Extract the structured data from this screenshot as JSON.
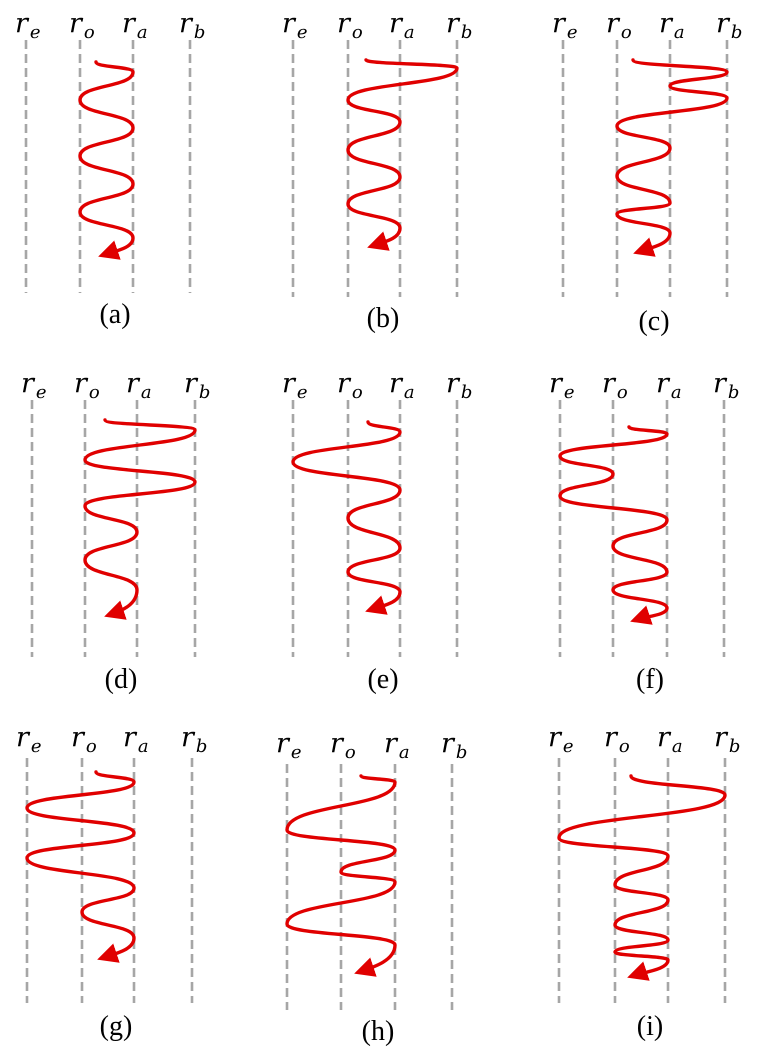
{
  "colors": {
    "wave": "#e00000",
    "guide": "#a6a6a6"
  },
  "radii": [
    {
      "key": "re",
      "symbol": "r",
      "sub": "e"
    },
    {
      "key": "ro",
      "symbol": "r",
      "sub": "o"
    },
    {
      "key": "ra",
      "symbol": "r",
      "sub": "a"
    },
    {
      "key": "rb",
      "symbol": "r",
      "sub": "b"
    }
  ],
  "panels": [
    {
      "caption": "(a)"
    },
    {
      "caption": "(b)"
    },
    {
      "caption": "(c)"
    },
    {
      "caption": "(d)"
    },
    {
      "caption": "(e)"
    },
    {
      "caption": "(f)"
    },
    {
      "caption": "(g)"
    },
    {
      "caption": "(h)"
    },
    {
      "caption": "(i)"
    }
  ]
}
